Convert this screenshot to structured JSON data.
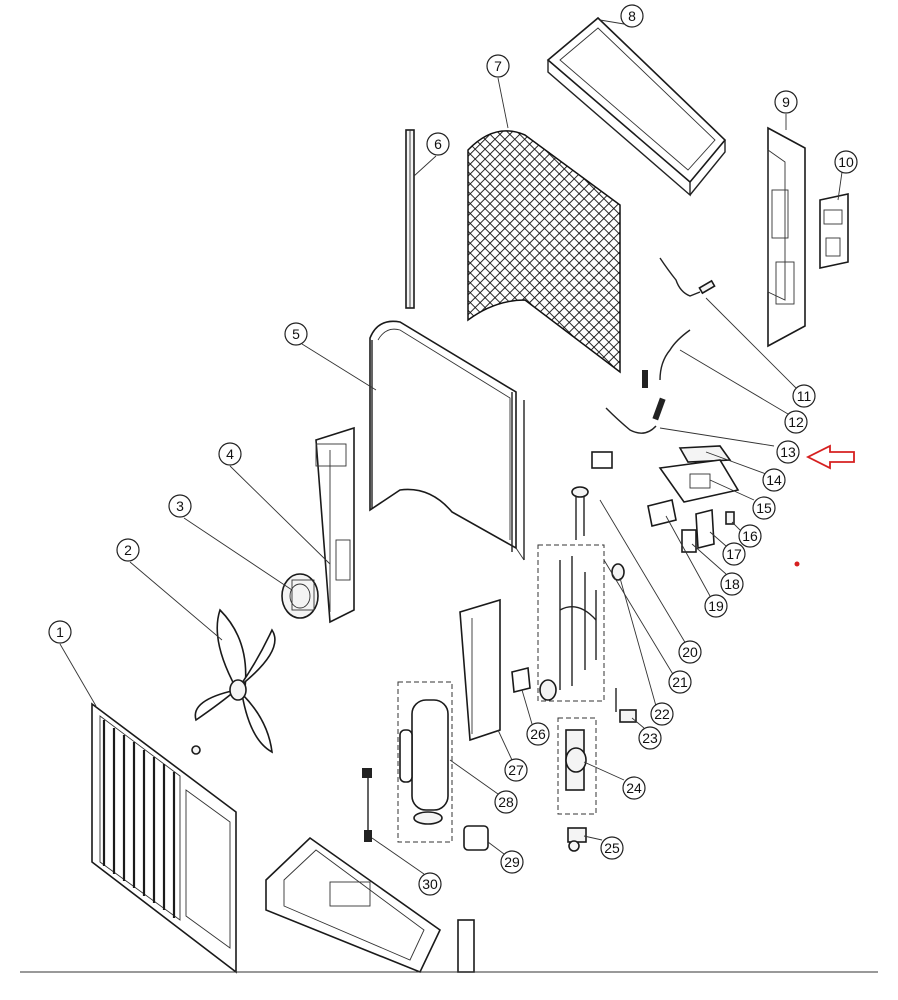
{
  "callouts": [
    {
      "label": "1"
    },
    {
      "label": "2"
    },
    {
      "label": "3"
    },
    {
      "label": "4"
    },
    {
      "label": "5"
    },
    {
      "label": "6"
    },
    {
      "label": "7"
    },
    {
      "label": "8"
    },
    {
      "label": "9"
    },
    {
      "label": "10"
    },
    {
      "label": "11"
    },
    {
      "label": "12"
    },
    {
      "label": "13"
    },
    {
      "label": "14"
    },
    {
      "label": "15"
    },
    {
      "label": "16"
    },
    {
      "label": "17"
    },
    {
      "label": "18"
    },
    {
      "label": "19"
    },
    {
      "label": "20"
    },
    {
      "label": "21"
    },
    {
      "label": "22"
    },
    {
      "label": "23"
    },
    {
      "label": "24"
    },
    {
      "label": "25"
    },
    {
      "label": "26"
    },
    {
      "label": "27"
    },
    {
      "label": "28"
    },
    {
      "label": "29"
    },
    {
      "label": "30"
    }
  ],
  "highlight": {
    "target": "13",
    "arrow_color": "#d62020",
    "dot_color": "#d62020"
  },
  "colors": {
    "line": "#1a1a1a",
    "background": "#ffffff"
  }
}
